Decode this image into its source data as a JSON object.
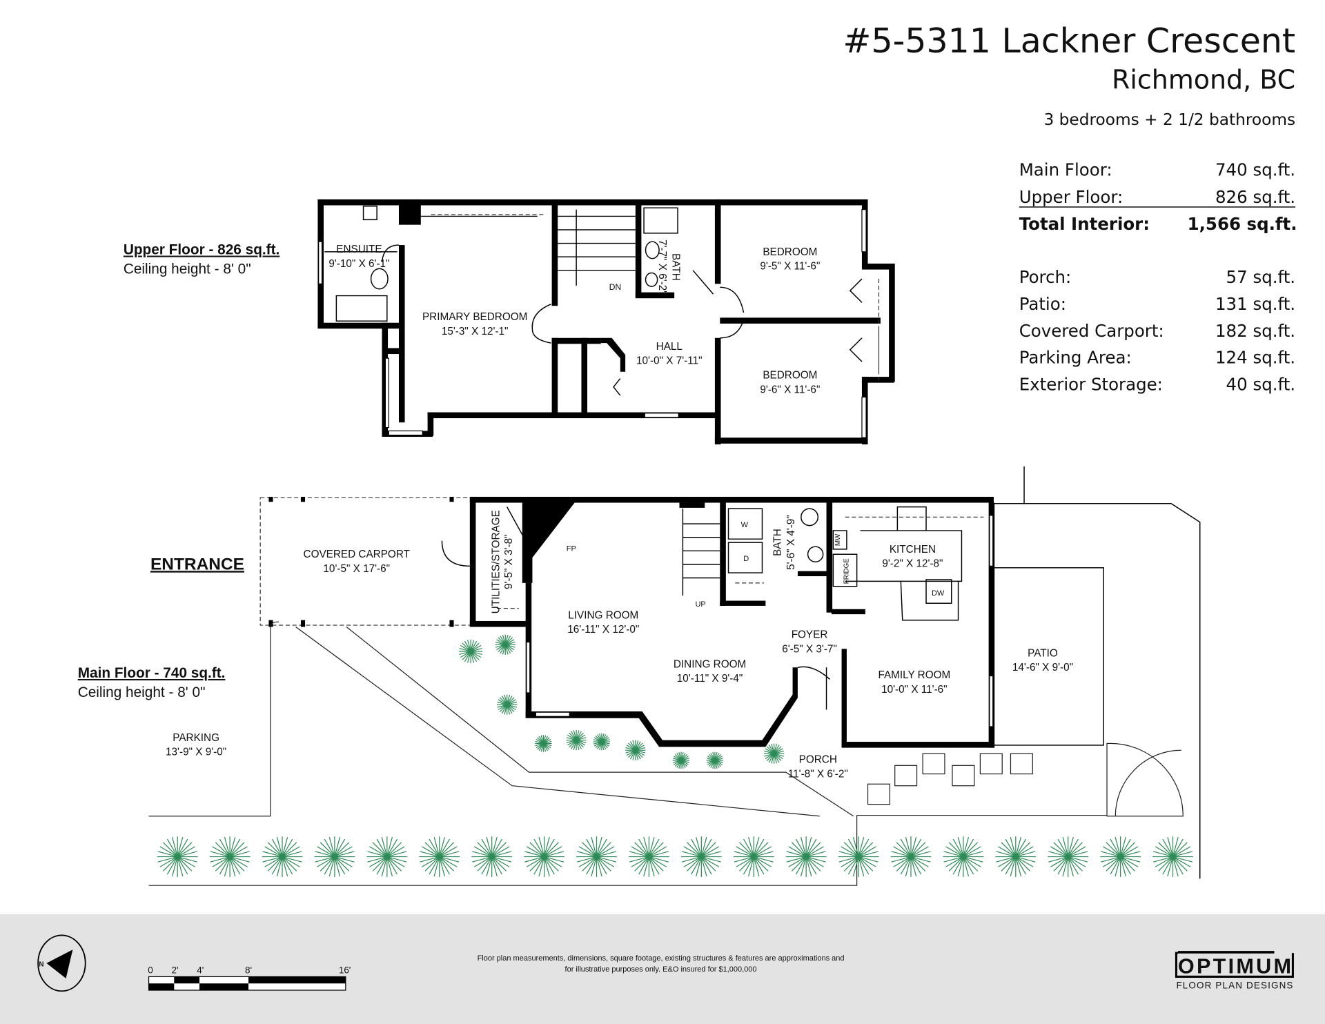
{
  "header": {
    "address": "#5-5311 Lackner Crescent",
    "city": "Richmond, BC",
    "summary": "3 bedrooms + 2 1/2 bathrooms"
  },
  "areas": {
    "interior": [
      {
        "label": "Main Floor:",
        "value": "740 sq.ft."
      },
      {
        "label": "Upper Floor:",
        "value": "826 sq.ft."
      }
    ],
    "total": {
      "label": "Total Interior:",
      "value": "1,566 sq.ft."
    },
    "exterior": [
      {
        "label": "Porch:",
        "value": "57 sq.ft."
      },
      {
        "label": "Patio:",
        "value": "131 sq.ft."
      },
      {
        "label": "Covered Carport:",
        "value": "182 sq.ft."
      },
      {
        "label": "Parking Area:",
        "value": "124 sq.ft."
      },
      {
        "label": "Exterior Storage:",
        "value": "40 sq.ft."
      }
    ]
  },
  "upper_floor": {
    "title": "Upper Floor - 826 sq.ft.",
    "ceiling": "Ceiling height - 8' 0\"",
    "rooms": [
      {
        "name": "ENSUITE",
        "dims": "9'-10\" X 6'-1\""
      },
      {
        "name": "PRIMARY BEDROOM",
        "dims": "15'-3\" X 12'-1\""
      },
      {
        "name": "BATH",
        "dims": "7'-7\" X 6'-2\""
      },
      {
        "name": "BEDROOM",
        "dims": "9'-5\" X 11'-6\""
      },
      {
        "name": "HALL",
        "dims": "10'-0\" X 7'-11\""
      },
      {
        "name": "BEDROOM",
        "dims": "9'-6\" X 11'-6\""
      }
    ],
    "stairs_label": "DN"
  },
  "main_floor": {
    "entrance": "ENTRANCE",
    "title": "Main Floor - 740 sq.ft.",
    "ceiling": "Ceiling height - 8' 0\"",
    "rooms": [
      {
        "name": "COVERED CARPORT",
        "dims": "10'-5\" X 17'-6\""
      },
      {
        "name": "UTILITIES/STORAGE",
        "dims": "9'-5\" X 3'-8\""
      },
      {
        "name": "LIVING ROOM",
        "dims": "16'-11\" X 12'-0\""
      },
      {
        "name": "DINING ROOM",
        "dims": "10'-11\" X 9'-4\""
      },
      {
        "name": "BATH",
        "dims": "5'-6\" X 4'-9\""
      },
      {
        "name": "KITCHEN",
        "dims": "9'-2\" X 12'-8\""
      },
      {
        "name": "FOYER",
        "dims": "6'-5\" X 3'-7\""
      },
      {
        "name": "FAMILY ROOM",
        "dims": "10'-0\" X 11'-6\""
      },
      {
        "name": "PATIO",
        "dims": "14'-6\" X 9'-0\""
      },
      {
        "name": "PORCH",
        "dims": "11'-8\" X 6'-2\""
      },
      {
        "name": "PARKING",
        "dims": "13'-9\" X 9'-0\""
      }
    ],
    "fixtures": {
      "fp": "FP",
      "up": "UP",
      "washer": "W",
      "dryer": "D",
      "mw": "MW",
      "fridge": "FRIDGE",
      "dw": "DW"
    }
  },
  "footer": {
    "compass": "N",
    "scale_labels": [
      "0",
      "2'",
      "4'",
      "8'",
      "16'"
    ],
    "disclaimer_1": "Floor plan measurements, dimensions, square footage, existing structures & features are approximations and",
    "disclaimer_2": "for illustrative purposes only.  E&O insured for $1,000,000",
    "logo_main": "OPTIMUM",
    "logo_sub": "FLOOR PLAN DESIGNS"
  },
  "colors": {
    "plant": "#2e8b57",
    "footer_bg": "#e3e3e3",
    "wall": "#000000"
  }
}
